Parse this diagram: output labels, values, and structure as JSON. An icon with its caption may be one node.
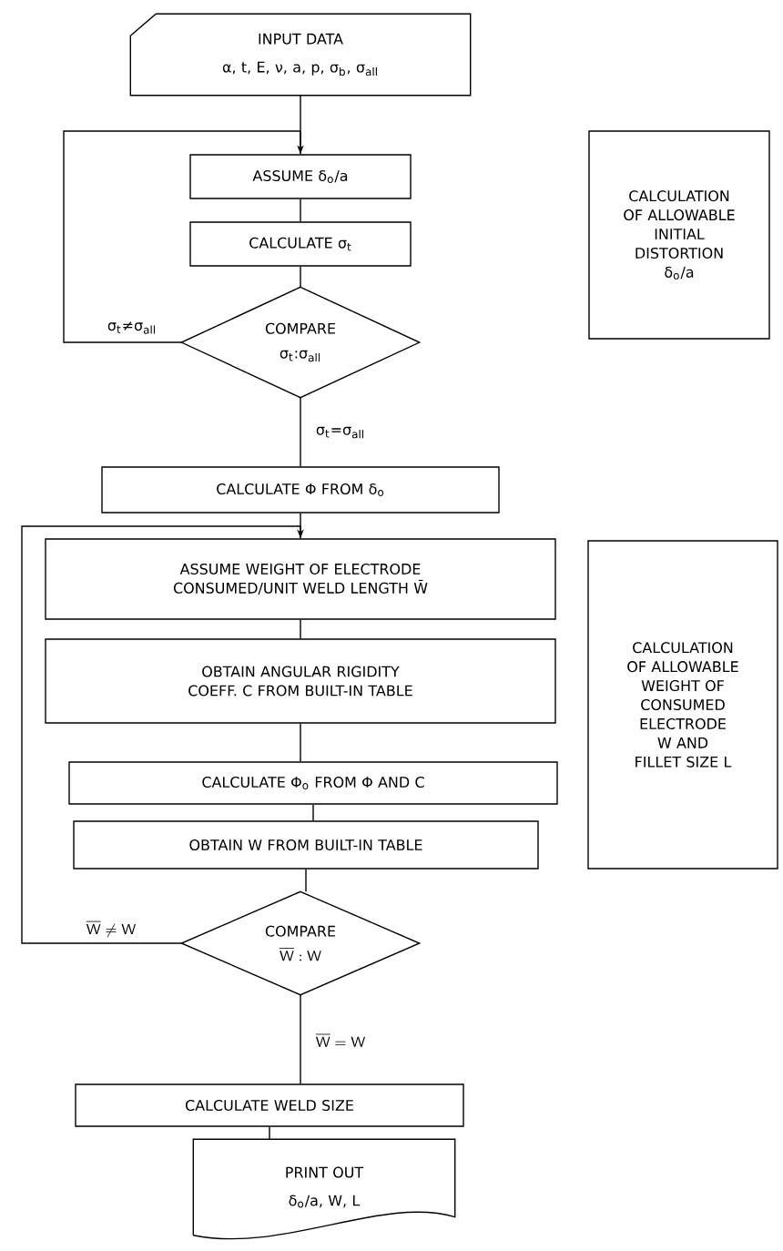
{
  "diagram": {
    "nodes": [
      {
        "text": [
          "INPUT DATA",
          "α, t, E, ν, a, p, σ$_{b}$, σ$_{all}$"
        ]
      },
      {
        "text": [
          "ASSUME δ$_{o}$/a"
        ]
      },
      {
        "text": [
          "CALCULATE σ$_{t}$"
        ]
      },
      {
        "text": [
          "COMPARE",
          "σ$_{t}$:σ$_{all}$"
        ]
      },
      {
        "text": [
          "CALCULATE Φ FROM δ$_{o}$"
        ]
      },
      {
        "text": [
          "ASSUME WEIGHT OF ELECTRODE CONSUMED/UNIT WELD LENGTH W̄"
        ]
      },
      {
        "text": [
          "OBTAIN ANGULAR RIGIDITY COEFF. C FROM BUILT-IN TABLE"
        ]
      },
      {
        "text": [
          "CALCULATE Φ$_{o}$ FROM Φ AND C"
        ]
      },
      {
        "text": [
          "OBTAIN W FROM BUILT-IN TABLE"
        ]
      },
      {
        "text": [
          "COMPARE",
          "\\mathsf{\\overline{W}:W}"
        ]
      },
      {
        "text": [
          "CALCULATE WELD SIZE"
        ]
      },
      {
        "text": [
          "PRINT OUT",
          "δ$_{o}$/a, W, L"
        ]
      },
      {
        "text": [
          "CALCULATION OF ALLOWABLE INITIAL DISTORTION δ$_{o}$/a"
        ]
      },
      {
        "text": [
          "CALCULATION OF ALLOWABLE WEIGHT OF CONSUMED ELECTRODE W AND FILLET SIZE L"
        ]
      }
    ],
    "edges": [
      {
        "from": 0,
        "to": 1,
        "arrow": "none"
      },
      {
        "from": 1,
        "to": 2,
        "arrow": "none"
      },
      {
        "from": 2,
        "to": 3,
        "arrow": "none"
      },
      {
        "from": 3,
        "to": 1,
        "arrow": "to",
        "label": "σ$_{t}$≠σ$_{all}$"
      },
      {
        "from": 3,
        "to": 4,
        "arrow": "none",
        "label": "σ$_{t}$=σ$_{all}$"
      },
      {
        "from": 4,
        "to": 5,
        "arrow": "none"
      },
      {
        "from": 5,
        "to": 6,
        "arrow": "none"
      },
      {
        "from": 6,
        "to": 7,
        "arrow": "none"
      },
      {
        "from": 7,
        "to": 8,
        "arrow": "none"
      },
      {
        "from": 8,
        "to": 9,
        "arrow": "none"
      },
      {
        "from": 9,
        "to": 5,
        "arrow": "to",
        "label": "\\mathsf{\\overline{W}\\neq W}"
      },
      {
        "from": 9,
        "to": 10,
        "arrow": "none",
        "label": "\\mathsf{\\overline{W}=W}"
      },
      {
        "from": 10,
        "to": 11,
        "arrow": "none"
      }
    ]
  }
}
